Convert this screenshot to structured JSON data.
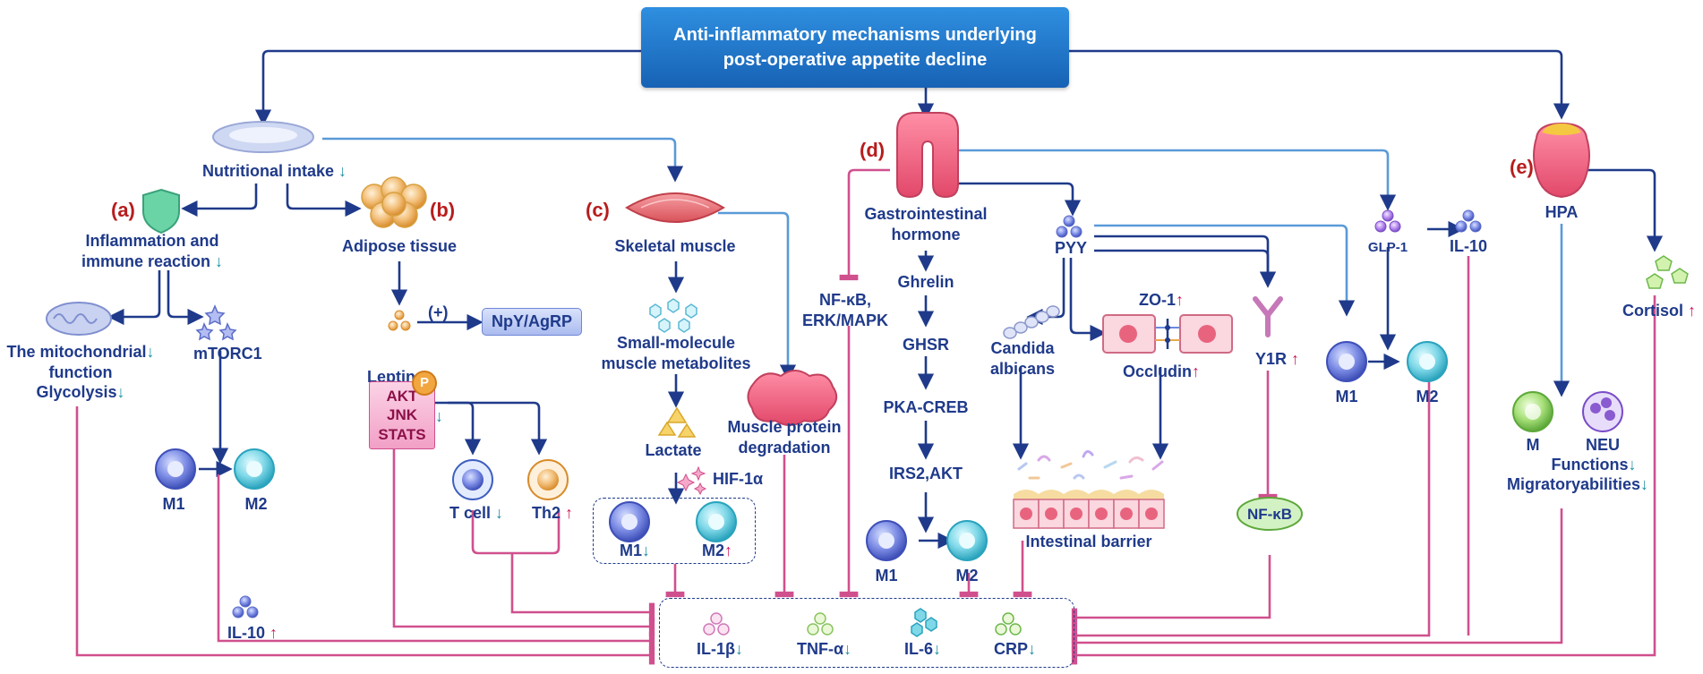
{
  "title": {
    "line1": "Anti-inflammatory mechanisms underlying",
    "line2": "post-operative appetite decline"
  },
  "sections": {
    "a": "(a)",
    "b": "(b)",
    "c": "(c)",
    "d": "(d)",
    "e": "(e)"
  },
  "left": {
    "nutritional_intake": "Nutritional intake",
    "inflammation_1": "Inflammation and",
    "inflammation_2": "immune reaction",
    "mito_1": "The mitochondrial",
    "mito_2": "function",
    "glycolysis": "Glycolysis",
    "mtorc1": "mTORC1",
    "m1": "M1",
    "m2": "M2",
    "il10": "IL-10"
  },
  "adipose": {
    "title": "Adipose tissue",
    "leptin": "Leptin",
    "plus": "(+)",
    "npy": "NpY/AgRP",
    "akt": "AKT",
    "jnk": "JNK",
    "stats": "STATS",
    "p": "P",
    "tcell": "T cell",
    "th2": "Th2"
  },
  "muscle": {
    "title": "Skeletal muscle",
    "metab_1": "Small-molecule",
    "metab_2": "muscle metabolites",
    "lactate": "Lactate",
    "hif": "HIF-1α",
    "m1": "M1",
    "m2": "M2",
    "degrad_1": "Muscle protein",
    "degrad_2": "degradation"
  },
  "gi": {
    "hormone_1": "Gastrointestinal",
    "hormone_2": "hormone",
    "nfkb_1": "NF-κB,",
    "nfkb_2": "ERK/MAPK",
    "ghrelin": "Ghrelin",
    "ghsr": "GHSR",
    "pka": "PKA-CREB",
    "irs2": "IRS2,AKT",
    "m1": "M1",
    "m2": "M2",
    "pyy": "PYY",
    "candida_1": "Candida",
    "candida_2": "albicans",
    "zo1": "ZO-1",
    "occludin": "Occludin",
    "barrier": "Intestinal barrier",
    "y1r": "Y1R",
    "nfkb": "NF-κB",
    "glp1": "GLP-1",
    "il10": "IL-10",
    "m1b": "M1",
    "m2b": "M2"
  },
  "hpa": {
    "title": "HPA",
    "cortisol": "Cortisol",
    "m": "M",
    "neu": "NEU",
    "functions": "Functions",
    "migratory": "Migratoryabilities"
  },
  "cytokines": {
    "il1b": "IL-1β",
    "tnfa": "TNF-α",
    "il6": "IL-6",
    "crp": "CRP"
  },
  "arrows": {
    "down": "↓",
    "up": "↑"
  },
  "colors": {
    "navy": "#1f3a8a",
    "inhibit": "#d0508e",
    "down": "#1a8fa0",
    "up": "#d0195d",
    "section": "#b81c1c"
  }
}
